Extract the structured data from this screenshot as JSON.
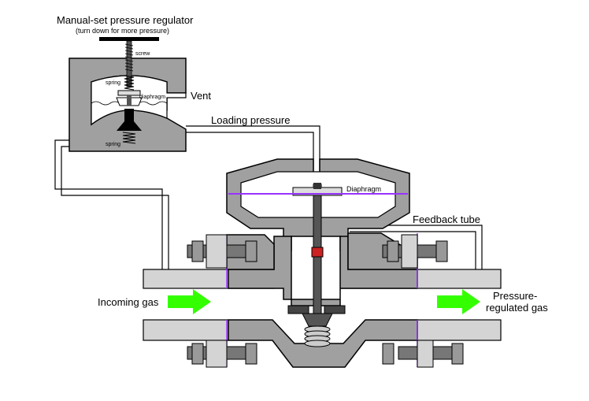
{
  "regulator": {
    "title": "Manual-set pressure regulator",
    "subtitle": "(turn down for more pressure)",
    "screw": "screw",
    "spring_top": "spring",
    "diaphragm": "diaphragm",
    "spring_bottom": "spring"
  },
  "labels": {
    "vent": "Vent",
    "loading_pressure": "Loading pressure",
    "main_diaphragm": "Diaphragm",
    "feedback_tube": "Feedback tube",
    "incoming_gas": "Incoming gas",
    "outlet_line1": "Pressure-",
    "outlet_line2": "regulated gas"
  },
  "colors": {
    "body_fill": "#a0a0a0",
    "pipe_fill": "#d4d4d4",
    "outline": "#000000",
    "diaphragm_line": "#9933ff",
    "flow_arrow": "#33ff00",
    "stem_fill": "#555555",
    "seal_red": "#cc2222",
    "bolt_fill": "#777777"
  },
  "icons": {
    "flow_in": "right-arrow-icon",
    "flow_out": "right-arrow-icon"
  }
}
